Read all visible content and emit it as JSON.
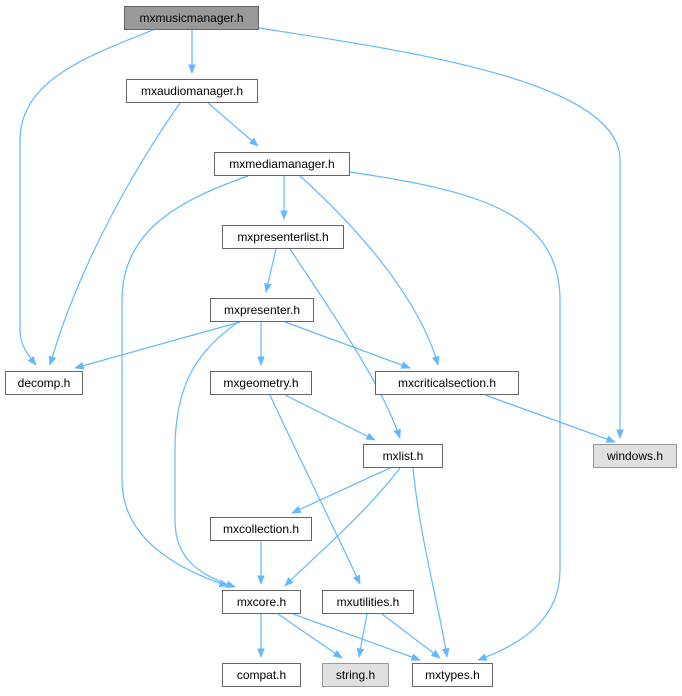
{
  "title": "mxmusicmanager.h",
  "colors": {
    "edge": "#63b8ff",
    "root_fill": "#999999",
    "external_fill": "#e0e0e0"
  },
  "nodes": {
    "music": "mxmusicmanager.h",
    "audio": "mxaudiomanager.h",
    "media": "mxmediamanager.h",
    "plist": "mxpresenterlist.h",
    "presenter": "mxpresenter.h",
    "decomp": "decomp.h",
    "geometry": "mxgeometry.h",
    "critical": "mxcriticalsection.h",
    "windows": "windows.h",
    "mxlist": "mxlist.h",
    "collection": "mxcollection.h",
    "core": "mxcore.h",
    "utilities": "mxutilities.h",
    "compat": "compat.h",
    "string": "string.h",
    "types": "mxtypes.h"
  },
  "edges": [
    [
      "music",
      "decomp"
    ],
    [
      "music",
      "audio"
    ],
    [
      "music",
      "windows"
    ],
    [
      "audio",
      "decomp"
    ],
    [
      "audio",
      "media"
    ],
    [
      "media",
      "core"
    ],
    [
      "media",
      "plist"
    ],
    [
      "media",
      "critical"
    ],
    [
      "media",
      "types"
    ],
    [
      "plist",
      "mxlist"
    ],
    [
      "plist",
      "presenter"
    ],
    [
      "presenter",
      "decomp"
    ],
    [
      "presenter",
      "core"
    ],
    [
      "presenter",
      "geometry"
    ],
    [
      "presenter",
      "critical"
    ],
    [
      "geometry",
      "mxlist"
    ],
    [
      "geometry",
      "utilities"
    ],
    [
      "critical",
      "windows"
    ],
    [
      "mxlist",
      "collection"
    ],
    [
      "mxlist",
      "core"
    ],
    [
      "mxlist",
      "types"
    ],
    [
      "collection",
      "core"
    ],
    [
      "core",
      "compat"
    ],
    [
      "core",
      "string"
    ],
    [
      "core",
      "types"
    ],
    [
      "utilities",
      "string"
    ],
    [
      "utilities",
      "types"
    ]
  ]
}
